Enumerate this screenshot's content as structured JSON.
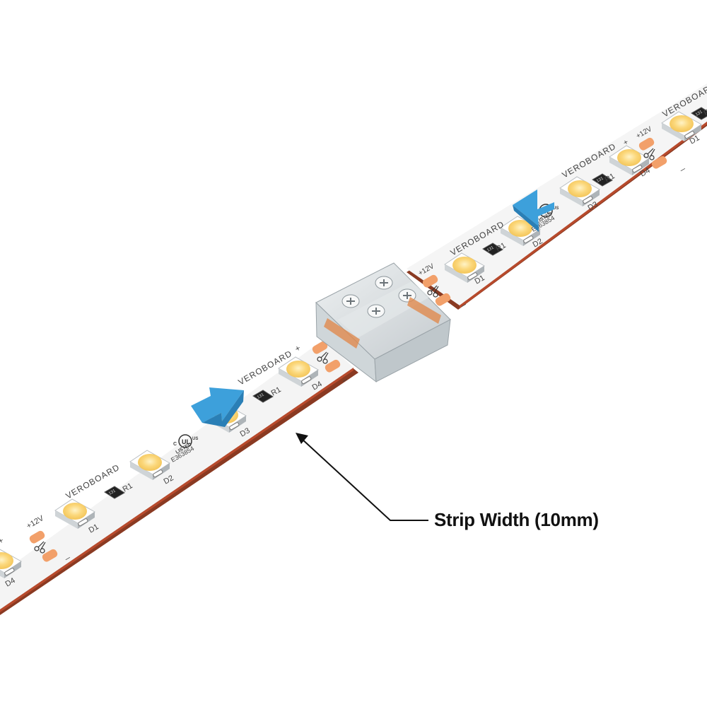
{
  "annotation": {
    "label": "Strip Width (10mm)"
  },
  "pcb": {
    "brand": "VEROBOARD",
    "voltage_label": "+12V",
    "plus_sign": "+",
    "minus_sign": "_",
    "resistor_label": "R1",
    "resistor_code": "131",
    "led_labels": [
      "D1",
      "D2",
      "D3",
      "D4"
    ],
    "cert_number": "E363854",
    "cert_listed": "LISTED",
    "cert_c": "C",
    "cert_us": "US",
    "cert_ul": "UL"
  },
  "colors": {
    "strip": "#f4f4f4",
    "strip_edge": "#8a3a22",
    "pad": "#f2a06a",
    "led_glow": "#fbd77a",
    "arrow": "#3da0db",
    "connector": "#d8dde0"
  },
  "icons": [
    "left-arrow-icon",
    "right-arrow-icon",
    "scissors-icon",
    "ul-listed-mark"
  ]
}
